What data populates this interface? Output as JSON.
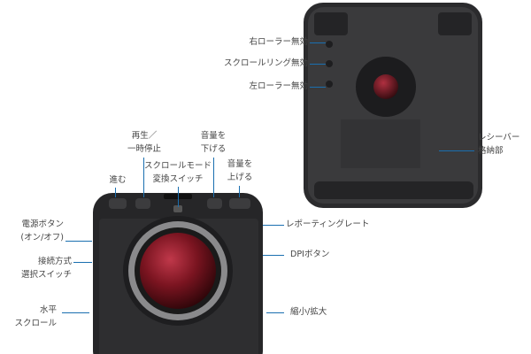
{
  "bottom_view": {
    "right_roller_disable": "右ローラー無効",
    "scroll_ring_disable": "スクロールリング無効",
    "left_roller_disable": "左ローラー無効",
    "receiver_storage": [
      "レシーバー",
      "格納部"
    ]
  },
  "top_view": {
    "play_pause": [
      "再生／",
      "一時停止"
    ],
    "volume_down": [
      "音量を",
      "下げる"
    ],
    "forward": "進む",
    "scroll_mode_switch": [
      "スクロールモード",
      "変換スイッチ"
    ],
    "volume_up": [
      "音量を",
      "上げる"
    ],
    "power_button": [
      "電源ボタン",
      "(オン/オフ)"
    ],
    "connection_switch": [
      "接続方式",
      "選択スイッチ"
    ],
    "horizontal_scroll": [
      "水平",
      "スクロール"
    ],
    "reporting_rate": "レポーティングレート",
    "dpi_button": "DPIボタン",
    "zoom": "縮小/拡大"
  },
  "colors": {
    "leader_line": "#1a6fb0",
    "device": "#2a2a2c",
    "ball": "#7a1420"
  }
}
